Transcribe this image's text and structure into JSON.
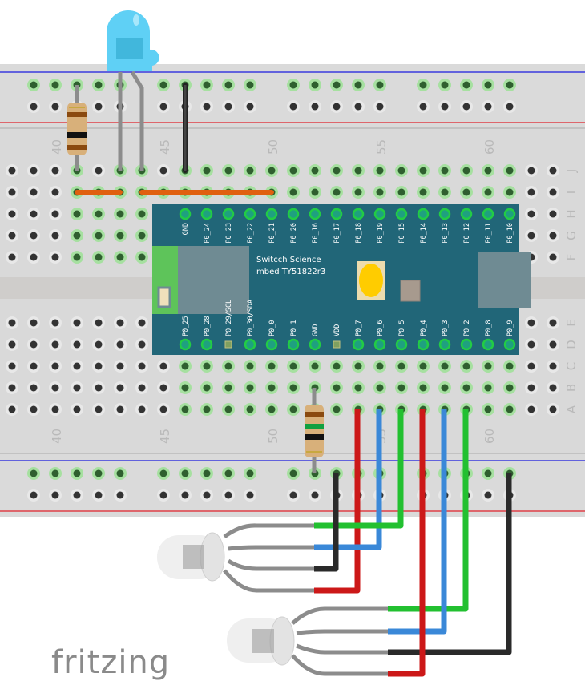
{
  "app": "fritzing",
  "logo": {
    "text": "fritzing"
  },
  "breadboard": {
    "column_labels_top": [
      "40",
      "45",
      "50",
      "55",
      "60"
    ],
    "column_labels_bottom": [
      "40",
      "45",
      "50",
      "55",
      "60"
    ],
    "row_labels_top": [
      "J",
      "I",
      "H",
      "G",
      "F"
    ],
    "row_labels_bottom": [
      "E",
      "D",
      "C",
      "B",
      "A"
    ],
    "colors": {
      "rail_blue": "#1a1adf",
      "rail_red": "#e0202a",
      "board": "#d9d9d9",
      "hole": "#333333",
      "connected_hole": "#2f5f2f"
    }
  },
  "microcontroller": {
    "title_line1": "Switcch Science",
    "title_line2": "mbed TY51822r3",
    "top_pins": [
      "GND",
      "P0_24",
      "P0_23",
      "P0_22",
      "P0_21",
      "P0_20",
      "P0_16",
      "P0_17",
      "P0_18",
      "P0_19",
      "P0_15",
      "P0_14",
      "P0_13",
      "P0_12",
      "P0_11",
      "P0_10"
    ],
    "bottom_pins": [
      "P0_25",
      "P0_28",
      "P0_29/SCL",
      "P0_30/SDA",
      "P0_0",
      "P0_1",
      "GND",
      "VDD",
      "P0_7",
      "P0_6",
      "P0_5",
      "P0_4",
      "P0_3",
      "P0_2",
      "P0_8",
      "P0_9"
    ],
    "color": "#216678"
  },
  "components": {
    "led_blue": {
      "name": "blue-led",
      "color": "#5fd0f5"
    },
    "resistor_top": {
      "bands": [
        "#8a4a10",
        "#111111",
        "#8a4a10"
      ]
    },
    "resistor_bottom": {
      "bands": [
        "#8a4a10",
        "#11a040",
        "#111111"
      ]
    },
    "rgb_led_1": {
      "name": "rgb-led-1",
      "legs": [
        "green",
        "blue",
        "gnd",
        "red"
      ]
    },
    "rgb_led_2": {
      "name": "rgb-led-2",
      "legs": [
        "green",
        "blue",
        "gnd",
        "red"
      ]
    }
  },
  "wires": [
    {
      "id": "wire-orange-1",
      "color": "#e06010"
    },
    {
      "id": "wire-orange-2",
      "color": "#e06010"
    },
    {
      "id": "wire-black-top",
      "color": "#3a3a3a"
    },
    {
      "id": "wire-red-p07",
      "color": "#cc1818"
    },
    {
      "id": "wire-blue-p06",
      "color": "#3a88d8"
    },
    {
      "id": "wire-green-p05",
      "color": "#22c030"
    },
    {
      "id": "wire-red-p04",
      "color": "#cc1818"
    },
    {
      "id": "wire-blue-p03",
      "color": "#3a88d8"
    },
    {
      "id": "wire-green-p02",
      "color": "#22c030"
    },
    {
      "id": "wire-black-gnd-1",
      "color": "#3a3a3a"
    },
    {
      "id": "wire-black-gnd-2",
      "color": "#3a3a3a"
    }
  ]
}
